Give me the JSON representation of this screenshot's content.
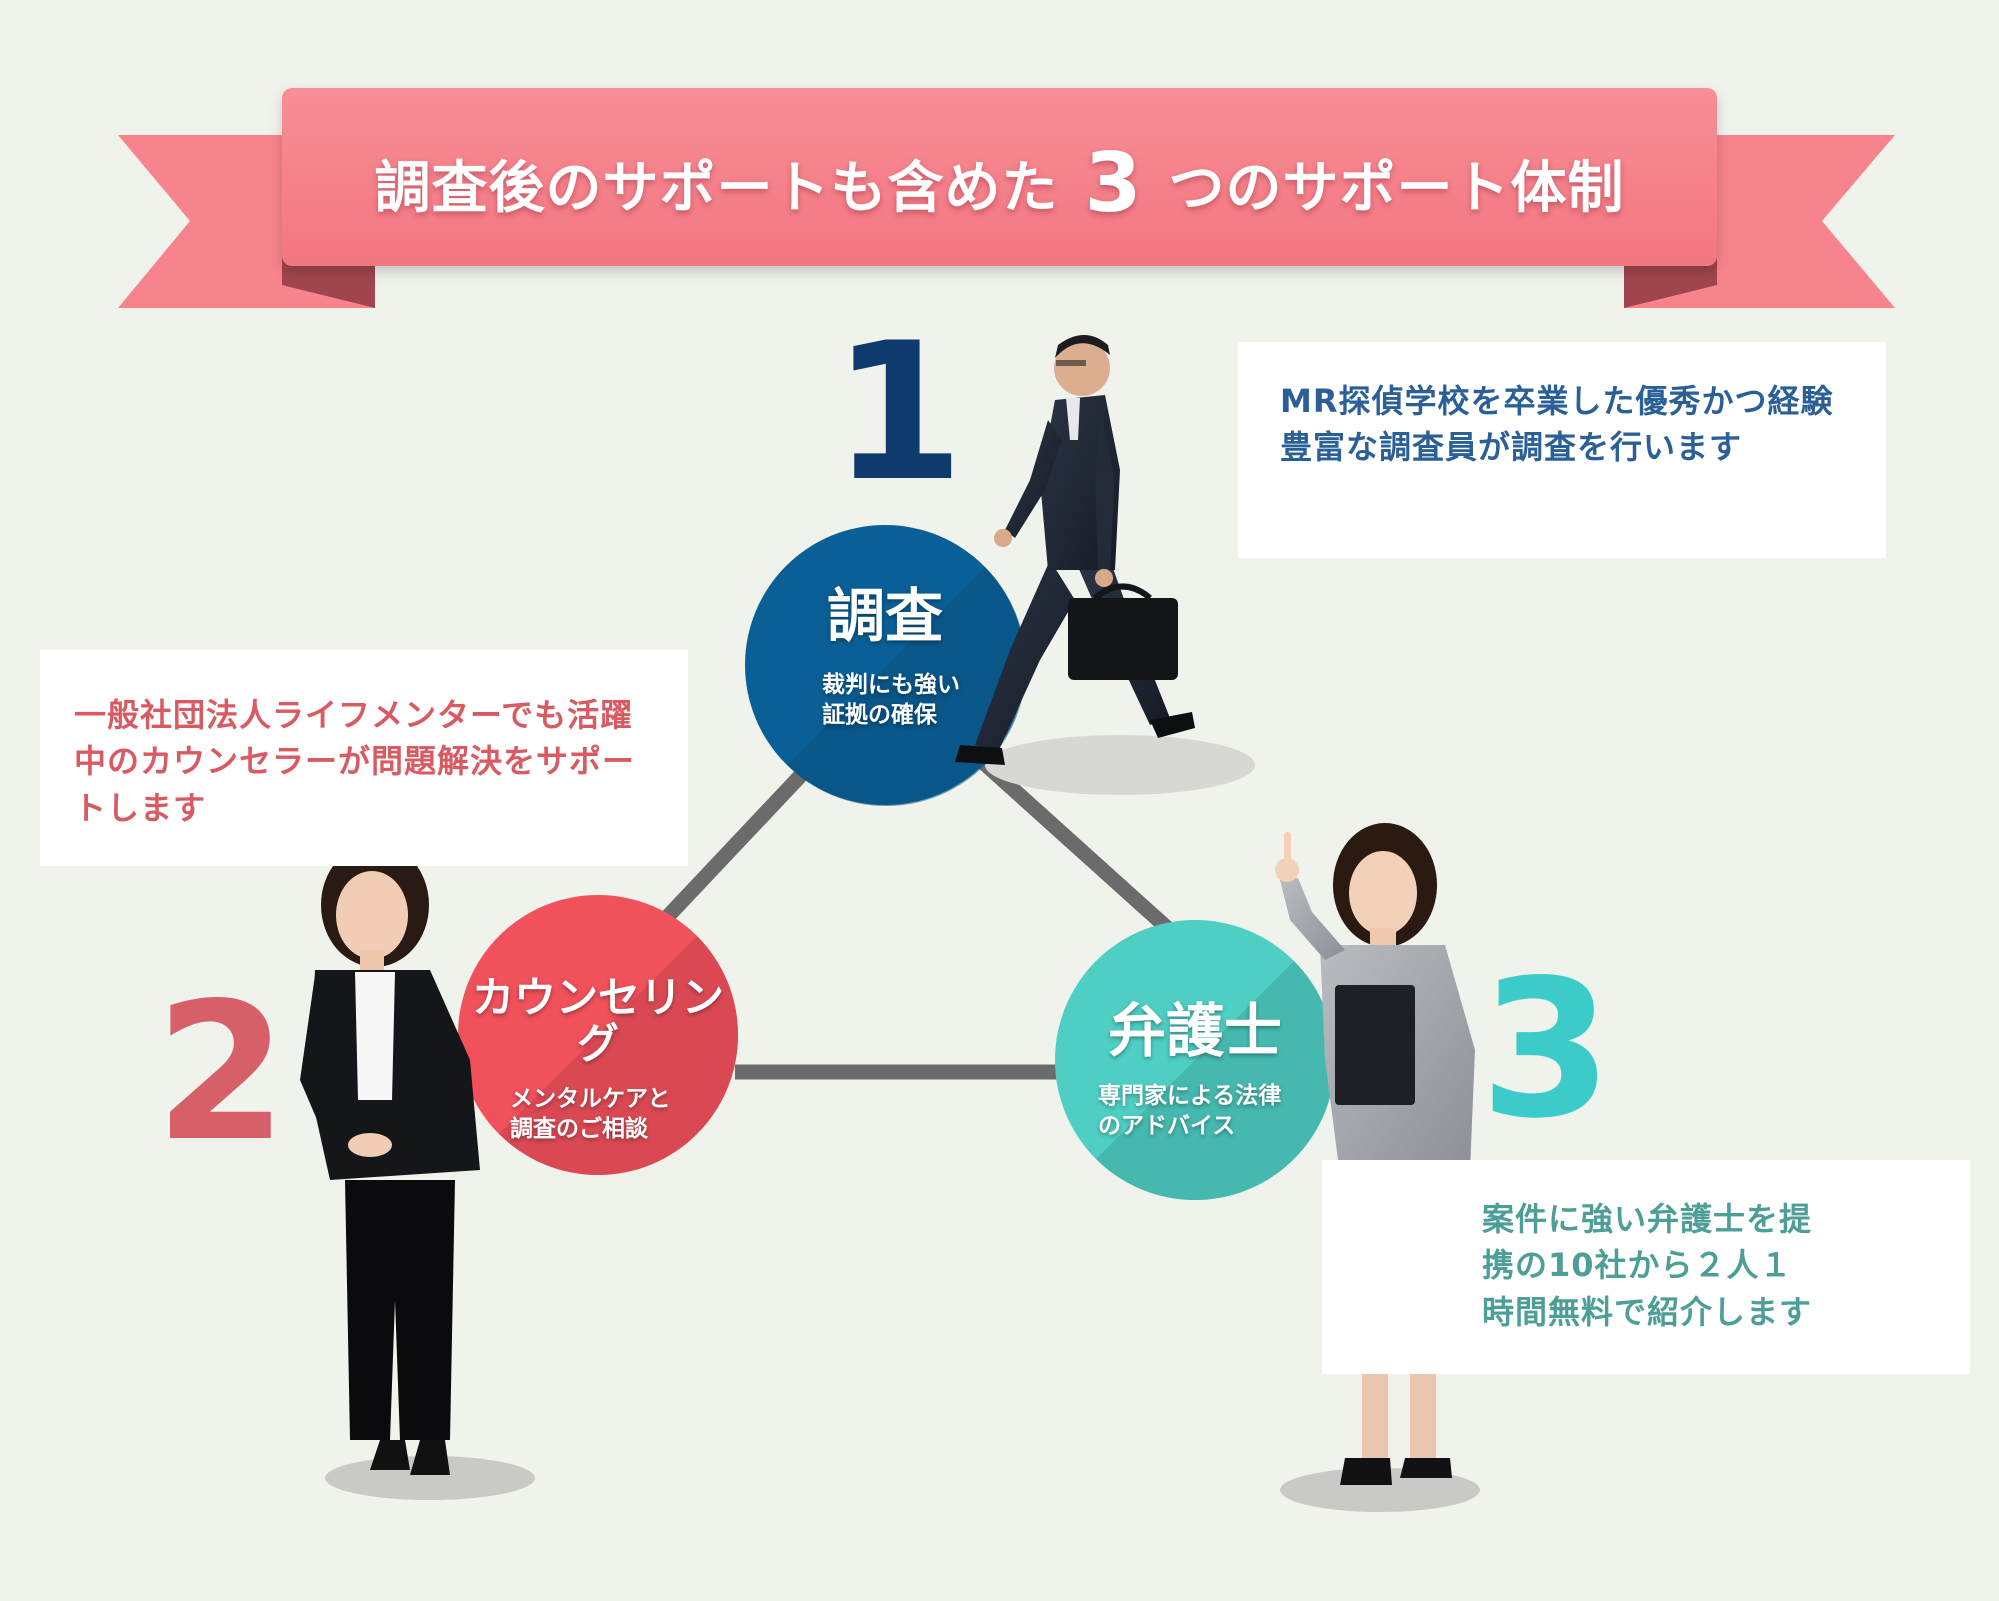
{
  "banner": {
    "title_part1": "調査後のサポートも含めた",
    "title_number": "3",
    "title_part2": "つのサポート体制"
  },
  "steps": [
    {
      "number": "1",
      "title": "調査",
      "subtitle_line1": "裁判にも強い",
      "subtitle_line2": "証拠の確保",
      "description": "MR探偵学校を卒業した優秀かつ経験豊富な調査員が調査を行います",
      "circle_color": "#0a5f96",
      "number_color": "#0e3a6e",
      "text_color": "#2a5f97"
    },
    {
      "number": "2",
      "title": "カウンセリング",
      "subtitle_line1": "メンタルケアと",
      "subtitle_line2": "調査のご相談",
      "description": "一般社団法人ライフメンターでも活躍中のカウンセラーが問題解決をサポートします",
      "circle_color": "#f0515b",
      "number_color": "#d65f68",
      "text_color": "#d95a62"
    },
    {
      "number": "3",
      "title": "弁護士",
      "subtitle_line1": "専門家による法律",
      "subtitle_line2": "のアドバイス",
      "description": "案件に強い弁護士を提携の10社から２人１時間無料で紹介します",
      "circle_color": "#4fcfc4",
      "number_color": "#3bcbc8",
      "text_color": "#4d9e96"
    }
  ],
  "colors": {
    "background": "#f0f2ec",
    "ribbon": "#f6838c",
    "ribbon_fold": "#a34f55",
    "connector": "#6b6b6b"
  },
  "figures": [
    {
      "name": "investigator-figure",
      "description": "man walking with briefcase"
    },
    {
      "name": "counselor-figure",
      "description": "woman counselor standing"
    },
    {
      "name": "lawyer-figure",
      "description": "woman lawyer holding folder"
    }
  ]
}
